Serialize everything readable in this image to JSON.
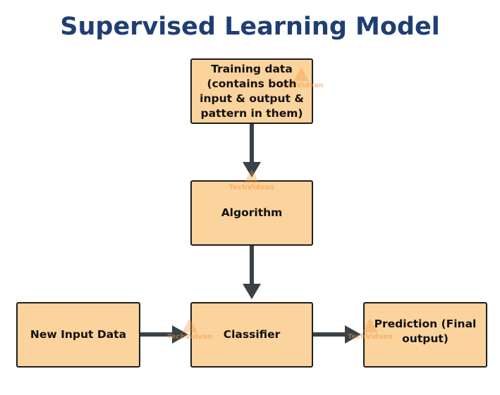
{
  "title": "Supervised Learning Model",
  "nodes": {
    "training": "Training data (contains both input & output & pattern in them)",
    "algorithm": "Algorithm",
    "classifier": "Classifier",
    "new_input": "New Input Data",
    "prediction": "Prediction (Final output)"
  },
  "watermark": "TechVidvan",
  "colors": {
    "title": "#1f3f73",
    "box_fill": "#fbd39c",
    "box_border": "#1e1e1e",
    "arrow": "#3a4147",
    "watermark": "#f0963c"
  },
  "icons": {
    "watermark_logo": "triangle-logo-icon"
  }
}
